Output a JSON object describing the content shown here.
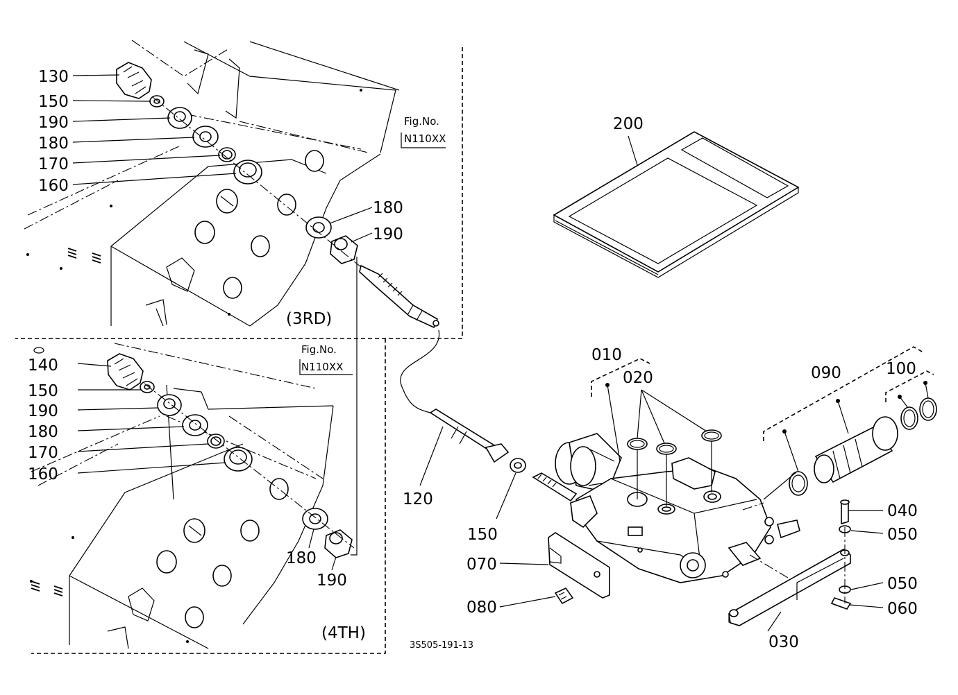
{
  "diagram": {
    "drawing_number": "3S505-191-13",
    "insets": {
      "third": {
        "section_label": "(3RD)",
        "fig_label": "Fig.No.",
        "fig_number": "N110XX"
      },
      "fourth": {
        "section_label": "(4TH)",
        "fig_label": "Fig.No.",
        "fig_number": "N110XX"
      }
    },
    "callouts": {
      "c130": "130",
      "c150a": "150",
      "c190a": "190",
      "c180a": "180",
      "c170a": "170",
      "c160a": "160",
      "c180b": "180",
      "c190b": "190",
      "c140": "140",
      "c150b": "150",
      "c190c": "190",
      "c180c": "180",
      "c170b": "170",
      "c160b": "160",
      "c180d": "180",
      "c190d": "190",
      "c200": "200",
      "c010": "010",
      "c020": "020",
      "c090": "090",
      "c100": "100",
      "c120": "120",
      "c150c": "150",
      "c070": "070",
      "c080": "080",
      "c040": "040",
      "c050a": "050",
      "c050b": "050",
      "c060": "060",
      "c030": "030"
    }
  }
}
